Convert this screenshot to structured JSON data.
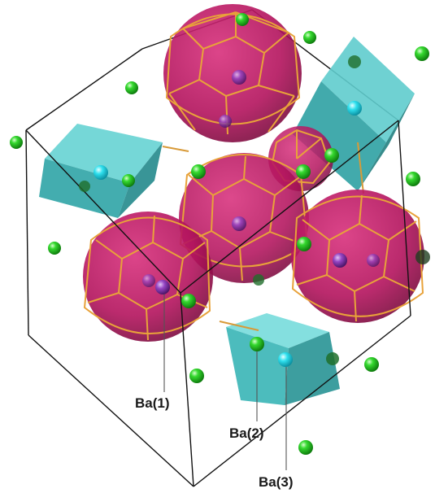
{
  "labels": {
    "ba1": "Ba(1)",
    "ba2": "Ba(2)",
    "ba3": "Ba(3)"
  },
  "colors": {
    "polyhedron_fill": "#b3135d",
    "polyhedron_edge": "#e8a23a",
    "cube_fill": "#3fb6b6",
    "green_atom": "#22c21f",
    "cyan_atom": "#27d6e4",
    "purple_atom": "#8a3fb0",
    "cell_edge": "#111111"
  }
}
